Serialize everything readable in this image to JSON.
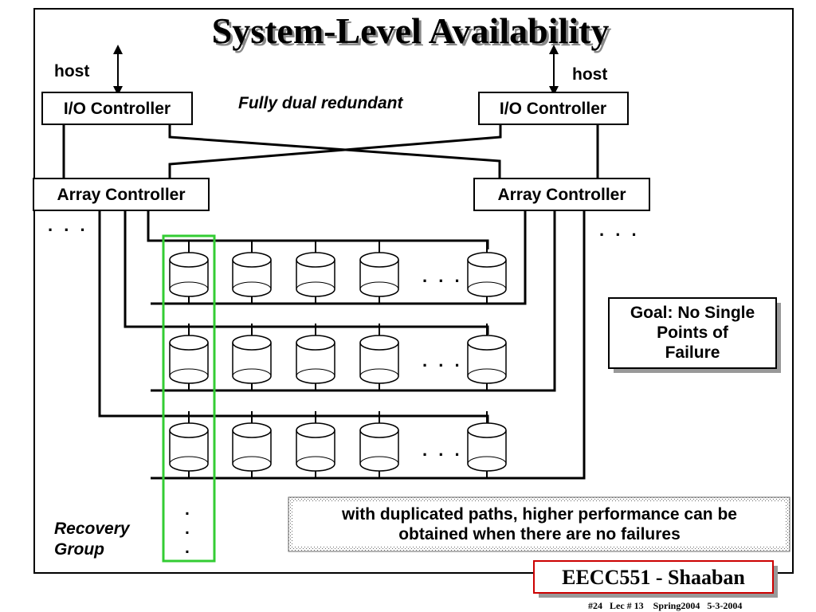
{
  "title": "System-Level Availability",
  "host_left": "host",
  "host_right": "host",
  "io_controller_left": "I/O Controller",
  "io_controller_right": "I/O Controller",
  "redundancy_note": "Fully dual redundant",
  "array_controller_left": "Array Controller",
  "array_controller_right": "Array Controller",
  "ellipsis": ". . .",
  "goal_box": [
    "Goal: No Single",
    "Points of",
    "Failure"
  ],
  "recovery_group": [
    "Recovery",
    "Group"
  ],
  "vertical_dots": ".",
  "performance_note": [
    "with duplicated paths, higher performance can be",
    "obtained when there are no failures"
  ],
  "badge": "EECC551 - Shaaban",
  "footer": "#24   Lec # 13    Spring2004   5-3-2004",
  "colors": {
    "recovery_highlight": "#33cc33",
    "badge_border": "#cc0000",
    "line": "#000000"
  }
}
